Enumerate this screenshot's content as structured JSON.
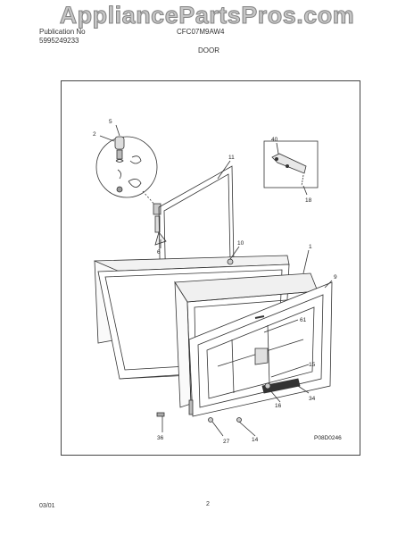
{
  "watermark": "AppliancePartsPros.com",
  "header": {
    "label_line1": "Publication No",
    "label_line2": "5995249233",
    "model": "CFC07M9AW4",
    "section": "DOOR"
  },
  "diagram": {
    "code": "P08D0246",
    "callouts": [
      "5",
      "2",
      "11",
      "40",
      "18",
      "10",
      "1",
      "9",
      "61",
      "15",
      "34",
      "16",
      "36",
      "27",
      "14",
      "6"
    ]
  },
  "footer": {
    "date": "03/01",
    "page": "2"
  }
}
